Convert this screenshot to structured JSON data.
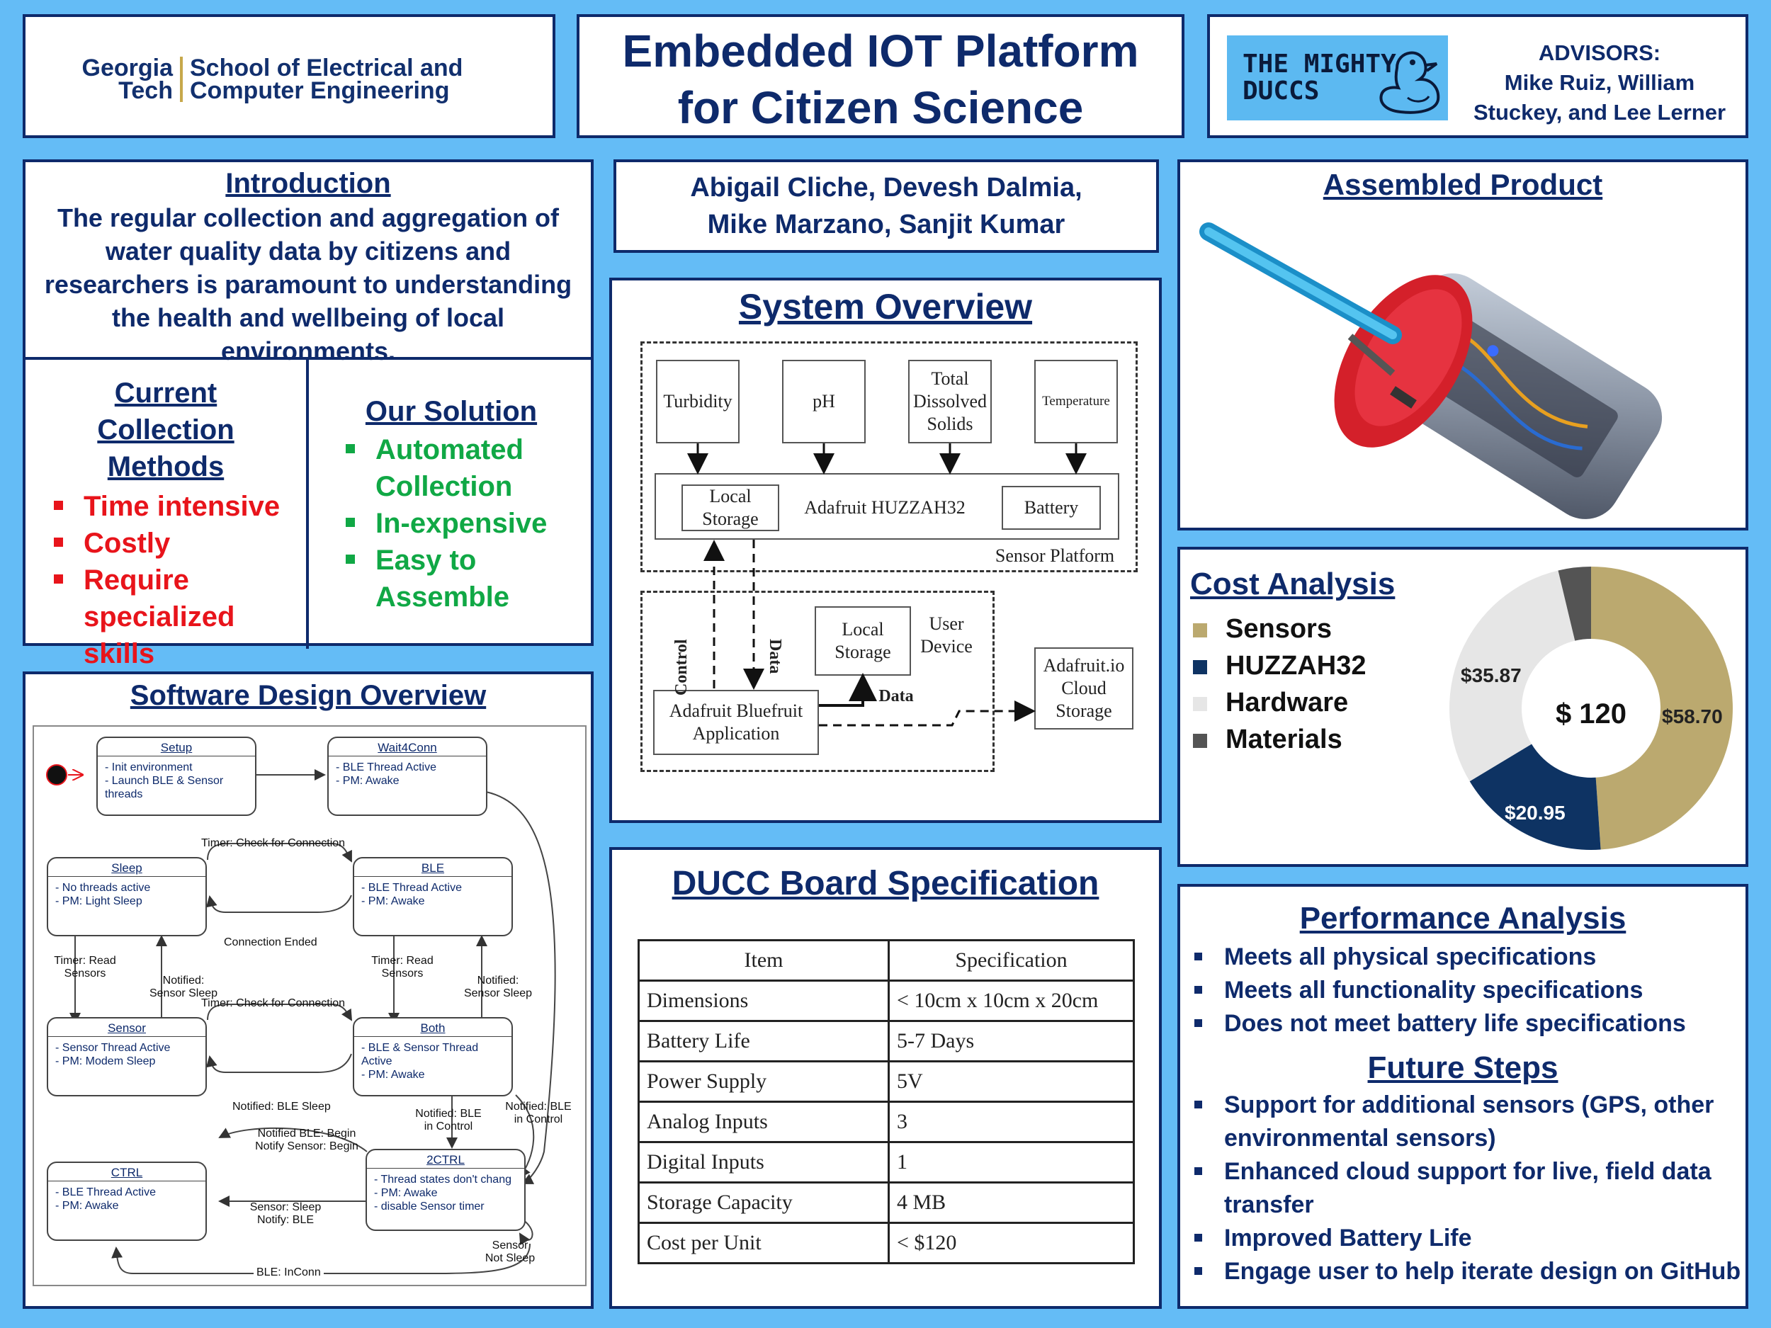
{
  "logo": {
    "line1a": "Georgia",
    "line1b": "School of Electrical and",
    "line2a": "Tech",
    "line2b": "Computer Engineering"
  },
  "title": {
    "line1": "Embedded IOT Platform",
    "line2": "for Citizen Science"
  },
  "team_logo": {
    "line1": "THE MIGHTY",
    "line2": "DUCCS"
  },
  "advisors": {
    "heading": "ADVISORS:",
    "line1": "Mike Ruiz, William",
    "line2": "Stuckey, and Lee Lerner"
  },
  "authors": {
    "line1": "Abigail Cliche, Devesh Dalmia,",
    "line2": "Mike Marzano, Sanjit Kumar"
  },
  "introduction": {
    "heading": "Introduction",
    "text": "The regular collection and aggregation of water quality data by citizens and researchers is paramount to understanding the health and wellbeing of local environments."
  },
  "current_methods": {
    "heading": "Current Collection Methods",
    "items": [
      "Time intensive",
      "Costly",
      "Require specialized skills"
    ]
  },
  "solution": {
    "heading": "Our Solution",
    "items": [
      "Automated Collection",
      "In-expensive",
      "Easy to Assemble"
    ]
  },
  "system_overview": {
    "heading": "System Overview",
    "sensors": [
      "Turbidity",
      "pH",
      "Total Dissolved Solids",
      "Temperature"
    ],
    "local_storage": "Local Storage",
    "mcu": "Adafruit HUZZAH32",
    "battery": "Battery",
    "sensor_platform": "Sensor Platform",
    "control": "Control",
    "data": "Data",
    "device_storage": "Local Storage",
    "user_device": "User Device",
    "app": "Adafruit Bluefruit Application",
    "data2": "Data",
    "cloud": "Adafruit.io Cloud Storage"
  },
  "software": {
    "heading": "Software Design Overview",
    "states": {
      "setup": {
        "title": "Setup",
        "desc": "- Init environment\n- Launch BLE & Sensor threads"
      },
      "wait": {
        "title": "Wait4Conn",
        "desc": "- BLE Thread Active\n- PM: Awake"
      },
      "sleep": {
        "title": "Sleep",
        "desc": "- No threads active\n- PM: Light Sleep"
      },
      "ble": {
        "title": "BLE",
        "desc": "- BLE Thread Active\n- PM: Awake"
      },
      "sensor": {
        "title": "Sensor",
        "desc": "- Sensor Thread Active\n- PM: Modem Sleep"
      },
      "both": {
        "title": "Both",
        "desc": "- BLE & Sensor Thread Active\n- PM: Awake"
      },
      "ctrl": {
        "title": "CTRL",
        "desc": "- BLE Thread Active\n- PM: Awake"
      },
      "ctrl2": {
        "title": "2CTRL",
        "desc": "- Thread states don't chang\n- PM: Awake\n- disable Sensor timer"
      }
    },
    "labels": {
      "timer_check_1": "Timer: Check for Connection",
      "conn_ended": "Connection Ended",
      "timer_read_1": "Timer: Read Sensors",
      "notified_sleep_1": "Notified: Sensor Sleep",
      "timer_read_2": "Timer: Read Sensors",
      "notified_sleep_2": "Notified: Sensor Sleep",
      "timer_check_2": "Timer: Check for Connection",
      "notified_ble_sleep": "Notified: BLE Sleep",
      "notified_ble_control_1": "Notified: BLE in Control",
      "notified_ble_control_2": "Notified: BLE in Control",
      "notified_begin": "Notified BLE: Begin Notify Sensor: Begin",
      "sensor_sleep_notify": "Sensor: Sleep Notify: BLE",
      "sensor_not_sleep": "Sensor Not Sleep",
      "ble_inconn": "BLE: InConn"
    }
  },
  "spec": {
    "heading": "DUCC Board Specification",
    "columns": [
      "Item",
      "Specification"
    ],
    "rows": [
      [
        "Dimensions",
        "< 10cm x 10cm x 20cm"
      ],
      [
        "Battery Life",
        "5-7 Days"
      ],
      [
        "Power Supply",
        "5V"
      ],
      [
        "Analog Inputs",
        "3"
      ],
      [
        "Digital Inputs",
        "1"
      ],
      [
        "Storage Capacity",
        "4 MB"
      ],
      [
        "Cost per Unit",
        "< $120"
      ]
    ]
  },
  "assembled": {
    "heading": "Assembled Product"
  },
  "cost": {
    "heading": "Cost Analysis",
    "legend": [
      "Sensors",
      "HUZZAH32",
      "Hardware",
      "Materials"
    ],
    "total": "$ 120",
    "labels": {
      "sensors": "$58.70",
      "huzzah": "$20.95",
      "hardware": "$35.87"
    },
    "colors": {
      "sensors": "#bba96f",
      "huzzah": "#0e3363",
      "hardware": "#e6e6e6",
      "materials": "#545454"
    }
  },
  "chart_data": {
    "type": "pie",
    "title": "",
    "categories": [
      "Sensors",
      "HUZZAH32",
      "Hardware",
      "Materials"
    ],
    "values": [
      58.7,
      20.95,
      35.87,
      4.48
    ]
  },
  "performance": {
    "heading": "Performance Analysis",
    "items": [
      "Meets all physical specifications",
      "Meets all functionality specifications",
      "Does not meet battery life specifications"
    ]
  },
  "future": {
    "heading": "Future Steps",
    "items": [
      "Support for additional sensors (GPS, other environmental sensors)",
      "Enhanced cloud support for live, field data transfer",
      "Improved Battery Life",
      "Engage user to help iterate design on GitHub"
    ]
  }
}
